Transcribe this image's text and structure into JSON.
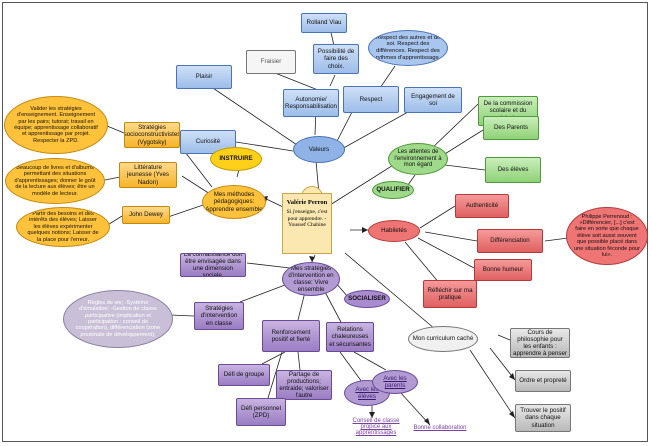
{
  "center": {
    "name": "Valérie Perron",
    "quote": "Si j'enseigne, c'est pour apprendre. -Youssef Chahine"
  },
  "valeurs": {
    "hub": "Valeurs",
    "plaisir": "Plaisir",
    "curiosite": "Curiosité",
    "fraisier": "Fraisier",
    "autonomie": "Autonomie/ Responsabilisation",
    "possibilite": "Possibilité de faire des choix.",
    "rolland": "Rolland Viau",
    "respect": "Respect",
    "respect_cloud": "Respect des autres et de soi. Respect des différences. Respect des rythmes d'apprentissage.",
    "engagement": "Engagement de soi"
  },
  "attentes": {
    "hub": "Les attentes de l'environnement à mon égard",
    "commission": "De la commission scolaire et du ministère",
    "parents": "Des Parents",
    "eleves": "Des élèves",
    "qualifier": "QUALIFIER"
  },
  "habiletes": {
    "hub": "Habiletés",
    "authenticite": "Authenticité",
    "differenciation": "Différenciation",
    "perrenoud": "Philippe Perrenoud : «Différencier, [...] c'est faire en sorte que chaque élève soit aussi souvent que possible placé dans une situation féconde pour lui».",
    "humour": "Bonne humeur",
    "reflechir": "Réfléchir sur ma pratique"
  },
  "methodes": {
    "hub": "Mes méthodes pédagogiques: Apprendre ensemble",
    "instruire": "INSTRUIRE",
    "strategies": "Stratégies socioconstructivistes (Vygotsky)",
    "strategies_cloud": "Valider les stratégies d'enseignement. Enseignement par les pairs; tutorat; travail en équipe; apprentissage collaboratif et apprentissage par projet. Respecter la ZPD.",
    "litterature": "Littérature jeunesse (Yves Nadon)",
    "litterature_cloud": "Beaucoup de livres et d'albums permettant des situations d'apprentissages; donner le goût de la lecture aux élèves; être un modèle de lecteur.",
    "dewey": "John Dewey",
    "dewey_cloud": "Partir des besoins et des intérêts des élèves; Laisser les élèves expérimenter quelques notions; Laisser de la place pour l'erreur."
  },
  "strategies_intervention": {
    "hub": "Mes stratégies d'intervention en classe: Vivre ensemble",
    "socialiser": "SOCIALISER",
    "connaissance": "La connaissance doit être envisagée dans une dimension sociale.",
    "strat_classe": "Stratégies d'intervention en classe",
    "regles_cloud": "Règles de vie; -Système d'émulation; -Gestion de classe participative (implication et participation : conseil de coopération), différenciation (zone proximale de développement);",
    "renforcement": "Renforcement positif et fierté",
    "relations": "Relations chaleureuses et sécurisantes",
    "defi_groupe": "Défi de groupe",
    "partage": "Partage de productions; entraide; valoriser l'autre",
    "defi_personnel": "Défi personnel (ZPD)",
    "avec_eleves": "Avec les élèves",
    "avec_parents": "Avec les parents",
    "conseil_link": "Conseil de classe propice aux apprentissages",
    "bonne_collab": "Bonne collaboration"
  },
  "curriculum": {
    "hub": "Mon curriculum caché",
    "cours_philo": "Cours de philosophie pour les enfants : apprendre à penser",
    "ordre": "Ordre et propreté",
    "trouver": "Trouver le positif dans chaque situation"
  }
}
